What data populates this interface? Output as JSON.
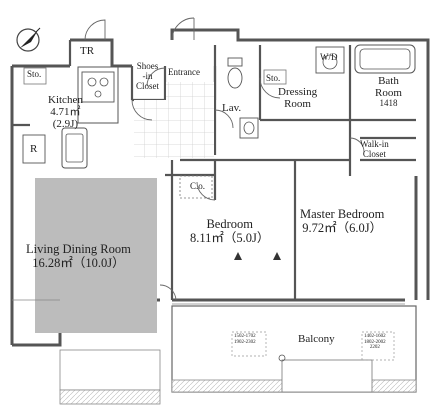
{
  "rooms": {
    "ldk": {
      "name": "Living Dining Room",
      "area": "16.28㎡（10.0J）"
    },
    "kitchen": {
      "name": "Kitchen",
      "area": "4.71㎡",
      "jo": "(2.9J)"
    },
    "bedroom": {
      "name": "Bedroom",
      "area": "8.11㎡（5.0J）"
    },
    "master": {
      "name": "Master Bedroom",
      "area": "9.72㎡（6.0J）"
    },
    "dressing": {
      "name": "Dressing",
      "name2": "Room"
    },
    "bath": {
      "name": "Bath",
      "name2": "Room",
      "size": "1418"
    },
    "walkin": {
      "name": "Walk-in",
      "name2": "Closet"
    },
    "shoes": {
      "name": "Shoes",
      "name2": "-in",
      "name3": "Closet"
    },
    "entrance": {
      "name": "Entrance"
    },
    "lav": {
      "name": "Lav."
    },
    "balcony": {
      "name": "Balcony"
    }
  },
  "labels": {
    "tr": "TR",
    "wd": "W/D",
    "sto_kitchen": "Sto.",
    "sto_dressing": "Sto.",
    "refrigerator": "R",
    "closet": "C.o."
  },
  "unit_marks": {
    "left": [
      "1502-1702",
      "1902-2302"
    ],
    "right": [
      "1402-1602",
      "1802-2002",
      "2202"
    ]
  },
  "colors": {
    "wall": "#555555",
    "floor_highlight": "#bcbcbc",
    "tile_grid": "#cfcfcf"
  }
}
